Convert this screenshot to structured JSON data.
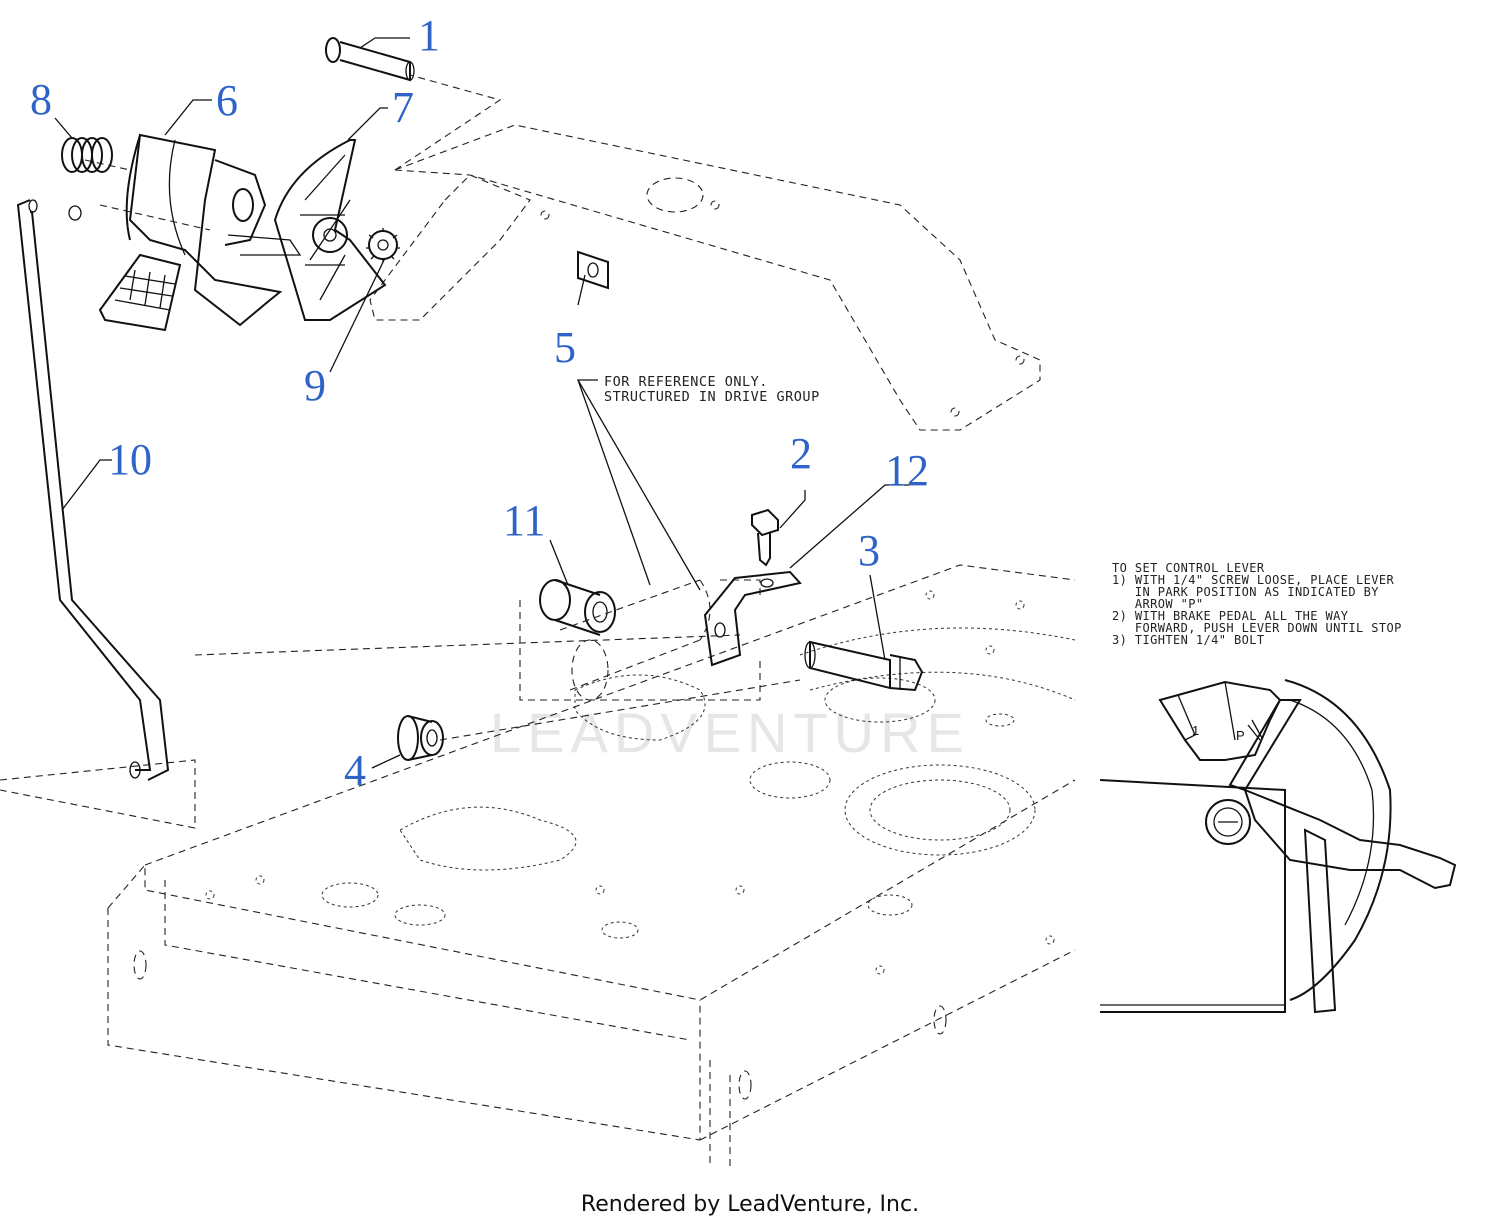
{
  "callouts": [
    {
      "id": "1",
      "label": "1"
    },
    {
      "id": "2",
      "label": "2"
    },
    {
      "id": "3",
      "label": "3"
    },
    {
      "id": "4",
      "label": "4"
    },
    {
      "id": "5",
      "label": "5"
    },
    {
      "id": "6",
      "label": "6"
    },
    {
      "id": "7",
      "label": "7"
    },
    {
      "id": "8",
      "label": "8"
    },
    {
      "id": "9",
      "label": "9"
    },
    {
      "id": "10",
      "label": "10"
    },
    {
      "id": "11",
      "label": "11"
    },
    {
      "id": "12",
      "label": "12"
    }
  ],
  "reference_note": {
    "line1": "FOR REFERENCE ONLY.",
    "line2": "STRUCTURED IN DRIVE GROUP"
  },
  "setup_note": {
    "lines": [
      "TO SET CONTROL LEVER",
      "1) WITH 1/4\" SCREW LOOSE, PLACE LEVER",
      "   IN PARK POSITION AS INDICATED BY",
      "   ARROW \"P\"",
      "2) WITH BRAKE PEDAL ALL THE WAY",
      "   FORWARD, PUSH LEVER DOWN UNTIL STOP",
      "3) TIGHTEN 1/4\" BOLT"
    ]
  },
  "detail_marks": {
    "one": "1",
    "park": "P"
  },
  "watermark": "LEADVENTURE",
  "credit": "Rendered by LeadVenture, Inc.",
  "colors": {
    "callout": "#2f63c8",
    "line": "#111111",
    "watermark": "#e6e6e6"
  }
}
